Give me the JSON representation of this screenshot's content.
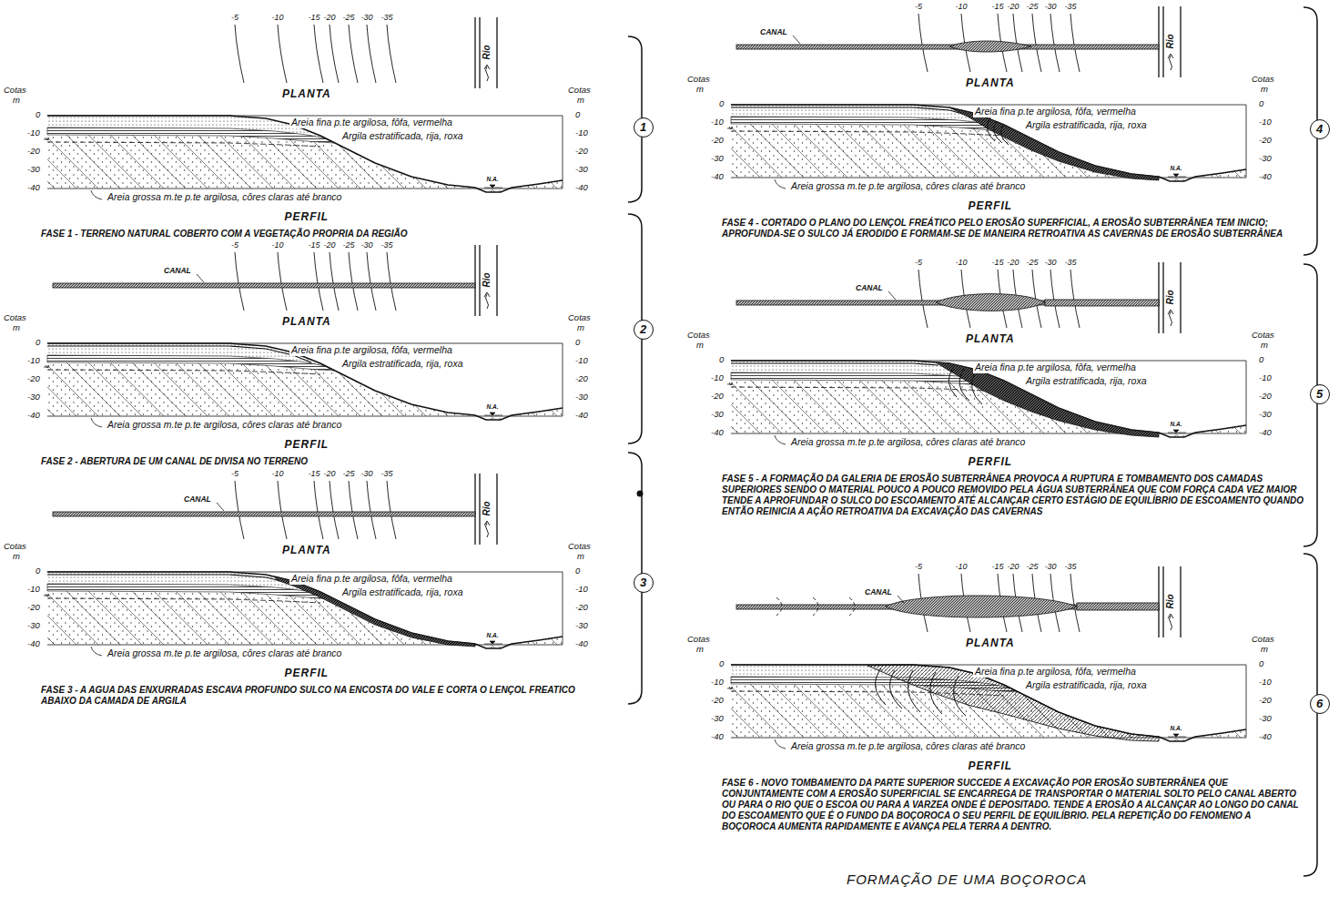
{
  "diagram": {
    "caption": "FORMAÇÃO DE UMA BOÇOROCA",
    "nodes": [
      {
        "text": [
          "1"
        ]
      },
      {
        "text": [
          "2"
        ]
      },
      {
        "text": [
          "3"
        ]
      },
      {
        "text": [
          "4"
        ]
      },
      {
        "text": [
          "5"
        ]
      },
      {
        "text": [
          "6"
        ]
      }
    ],
    "labels": [
      "-5",
      "-10",
      "-15",
      "-20",
      "-25",
      "-30",
      "-35",
      "PLANTA",
      "Rio",
      "Cotas",
      "m",
      "0",
      "-10",
      "-20",
      "-30",
      "-40",
      "Cotas",
      "m",
      "0",
      "-10",
      "-20",
      "-30",
      "-40",
      "Areia fina p.te argilosa, fôfa, vermelha",
      "Argila estratificada, rija, roxa",
      "Areia grossa m.te p.te argilosa, côres claras até branco",
      "N.A.",
      "PERFIL",
      "FASE 1 - TERRENO NATURAL COBERTO COM A VEGETAÇÃO PROPRIA DA REGIÃO",
      "-5",
      "-10",
      "-15",
      "-20",
      "-25",
      "-30",
      "-35",
      "PLANTA",
      "CANAL",
      "Rio",
      "Cotas",
      "m",
      "0",
      "-10",
      "-20",
      "-30",
      "-40",
      "Cotas",
      "m",
      "0",
      "-10",
      "-20",
      "-30",
      "-40",
      "Areia fina p.te argilosa, fôfa, vermelha",
      "Argila estratificada, rija, roxa",
      "Areia grossa m.te p.te argilosa, côres claras até branco",
      "N.A.",
      "PERFIL",
      "FASE 2 - ABERTURA DE UM CANAL DE DIVISA NO TERRENO",
      "-5",
      "-10",
      "-15",
      "-20",
      "-25",
      "-30",
      "-35",
      "PLANTA",
      "CANAL",
      "Rio",
      "Cotas",
      "m",
      "0",
      "-10",
      "-20",
      "-30",
      "-40",
      "Cotas",
      "m",
      "0",
      "-10",
      "-20",
      "-30",
      "-40",
      "Areia fina p.te argilosa, fôfa, vermelha",
      "Argila estratificada, rija, roxa",
      "Areia grossa m.te p.te argilosa, côres claras até branco",
      "N.A.",
      "PERFIL",
      "FASE 3 - A AGUA DAS ENXURRADAS ESCAVA PROFUNDO SULCO NA ENCOSTA DO VALE E CORTA O LENÇOL FREATICO ABAIXO DA CAMADA DE ARGILA",
      "-5",
      "-10",
      "-15",
      "-20",
      "-25",
      "-30",
      "-35",
      "PLANTA",
      "CANAL",
      "Rio",
      "Cotas",
      "m",
      "0",
      "-10",
      "-20",
      "-30",
      "-40",
      "Cotas",
      "m",
      "0",
      "-10",
      "-20",
      "-30",
      "-40",
      "Areia fina p.te argilosa, fôfa, vermelha",
      "Argila estratificada, rija, roxa",
      "Areia grossa m.te p.te argilosa, côres claras até branco",
      "N.A.",
      "PERFIL",
      "FASE 4 - CORTADO O PLANO DO LENÇOL FREÁTICO PELO EROSÃO SUPERFICIAL, A EROSÃO SUBTERRÂNEA TEM INICIO; APROFUNDA-SE O SULCO JÁ ERODIDO E FORMAM-SE DE MANEIRA RETROATIVA AS CAVERNAS DE EROSÃO SUBTERRÂNEA",
      "-5",
      "-10",
      "-15",
      "-20",
      "-25",
      "-30",
      "-35",
      "PLANTA",
      "CANAL",
      "Rio",
      "Cotas",
      "m",
      "0",
      "-10",
      "-20",
      "-30",
      "-40",
      "Cotas",
      "m",
      "0",
      "-10",
      "-20",
      "-30",
      "-40",
      "Areia fina p.te argilosa, fôfa, vermelha",
      "Argila estratificada, rija, roxa",
      "Areia grossa m.te p.te argilosa, côres claras até branco",
      "N.A.",
      "PERFIL",
      "FASE 5 - A FORMAÇÃO DA GALERIA DE EROSÃO SUBTERRÂNEA PROVOCA A RUPTURA E TOMBAMENTO DOS CAMADAS SUPERIORES SENDO O MATERIAL POUCO A POUCO REMOVIDO PELA ÁGUA SUBTERRÂNEA QUE COM FORÇA CADA VEZ MAIOR TENDE A APROFUNDAR O SULCO DO ESCOAMENTO ATÉ ALCANÇAR CERTO ESTÁGIO DE EQUILÍBRIO DE ESCOAMENTO QUANDO ENTÃO REINICIA A AÇÃO RETROATIVA DA EXCAVAÇÃO DAS CAVERNAS",
      "-5",
      "-10",
      "-15",
      "-20",
      "-25",
      "-30",
      "-35",
      "PLANTA",
      "CANAL",
      "Rio",
      "Cotas",
      "m",
      "0",
      "-10",
      "-20",
      "-30",
      "-40",
      "Cotas",
      "m",
      "0",
      "-10",
      "-20",
      "-30",
      "-40",
      "Areia fina p.te argilosa, fôfa, vermelha",
      "Argila estratificada, rija, roxa",
      "Areia grossa m.te p.te argilosa, côres claras até branco",
      "N.A.",
      "PERFIL",
      "FASE 6 - NOVO TOMBAMENTO DA PARTE SUPERIOR SUCCEDE A EXCAVAÇÃO POR EROSÃO SUBTERRÂNEA QUE CONJUNTAMENTE COM A EROSÃO SUPERFICIAL SE ENCARREGA DE TRANSPORTAR O MATERIAL SOLTO PELO CANAL ABERTO OU PARA O RIO QUE O ESCOA OU PARA A VARZEA ONDE É DEPOSITADO. TENDE A EROSÃO A ALCANÇAR AO LONGO DO CANAL DO ESCOAMENTO QUE É O FUNDO DA BOÇOROCA O SEU PERFIL DE EQUILÍBRIO. PELA REPETIÇÃO DO FENOMENO A BOÇOROCA AUMENTA RAPIDAMENTE E AVANÇA PELA TERRA A DENTRO."
    ]
  }
}
